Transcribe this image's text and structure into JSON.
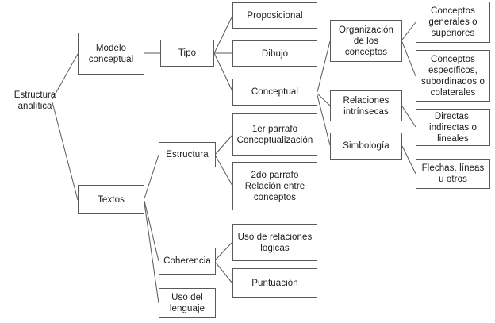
{
  "diagram": {
    "title": "Estructura analítica",
    "stroke_color": "#5a5a5a",
    "text_color": "#1b1b1b",
    "background_color": "#ffffff",
    "root": {
      "id": "root",
      "label": "Estructura\nanalítica",
      "boxed": false
    },
    "nodes": [
      {
        "id": "modelo-conceptual",
        "label": "Modelo\nconceptual"
      },
      {
        "id": "tipo",
        "label": "Tipo"
      },
      {
        "id": "proposicional",
        "label": "Proposicional"
      },
      {
        "id": "dibujo",
        "label": "Dibujo"
      },
      {
        "id": "conceptual",
        "label": "Conceptual"
      },
      {
        "id": "organizacion-de-los-conceptos",
        "label": "Organización\nde los\nconceptos"
      },
      {
        "id": "relaciones-intrinsecas",
        "label": "Relaciones\nintrínsecas"
      },
      {
        "id": "simbologia",
        "label": "Simbología"
      },
      {
        "id": "conceptos-generales",
        "label": "Conceptos\ngenerales o\nsuperiores"
      },
      {
        "id": "conceptos-especificos",
        "label": "Conceptos\nespecíficos,\nsubordinados o\ncolaterales"
      },
      {
        "id": "directas-indirectas",
        "label": "Directas,\nindirectas o\nlineales"
      },
      {
        "id": "flechas-lineas",
        "label": "Flechas, líneas\nu otros"
      },
      {
        "id": "textos",
        "label": "Textos"
      },
      {
        "id": "estructura",
        "label": "Estructura"
      },
      {
        "id": "primer-parrafo",
        "label": "1er parrafo\nConceptualización"
      },
      {
        "id": "segundo-parrafo",
        "label": "2do parrafo\nRelación entre\nconceptos"
      },
      {
        "id": "coherencia",
        "label": "Coherencia"
      },
      {
        "id": "uso-del-lenguaje",
        "label": "Uso del\nlenguaje"
      },
      {
        "id": "uso-de-relaciones-logicas",
        "label": "Uso de relaciones\nlogicas"
      },
      {
        "id": "puntuacion",
        "label": "Puntuación"
      }
    ],
    "edges": [
      {
        "from": "root",
        "to": "modelo-conceptual"
      },
      {
        "from": "root",
        "to": "textos"
      },
      {
        "from": "modelo-conceptual",
        "to": "tipo"
      },
      {
        "from": "tipo",
        "to": "proposicional"
      },
      {
        "from": "tipo",
        "to": "dibujo"
      },
      {
        "from": "tipo",
        "to": "conceptual"
      },
      {
        "from": "conceptual",
        "to": "organizacion-de-los-conceptos"
      },
      {
        "from": "conceptual",
        "to": "relaciones-intrinsecas"
      },
      {
        "from": "conceptual",
        "to": "simbologia"
      },
      {
        "from": "organizacion-de-los-conceptos",
        "to": "conceptos-generales"
      },
      {
        "from": "organizacion-de-los-conceptos",
        "to": "conceptos-especificos"
      },
      {
        "from": "relaciones-intrinsecas",
        "to": "directas-indirectas"
      },
      {
        "from": "simbologia",
        "to": "flechas-lineas"
      },
      {
        "from": "textos",
        "to": "estructura"
      },
      {
        "from": "textos",
        "to": "coherencia"
      },
      {
        "from": "textos",
        "to": "uso-del-lenguaje"
      },
      {
        "from": "estructura",
        "to": "primer-parrafo"
      },
      {
        "from": "estructura",
        "to": "segundo-parrafo"
      },
      {
        "from": "coherencia",
        "to": "uso-de-relaciones-logicas"
      },
      {
        "from": "coherencia",
        "to": "puntuacion"
      }
    ]
  }
}
